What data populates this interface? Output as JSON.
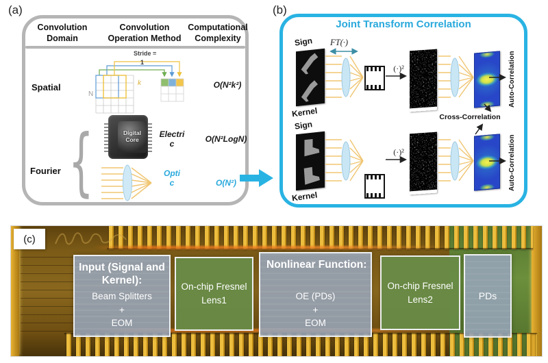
{
  "colors": {
    "accent_cyan": "#29b3e3",
    "teal_arrow": "#3b8ea5",
    "panel_border_gray": "#b5b5b5",
    "ray_gold": "#f0c571",
    "cell_green": "#8fbe6d",
    "cell_blue": "#7fb2da",
    "cell_yellow": "#f2c64d",
    "correlation_blue": "#2847c8"
  },
  "panel_a": {
    "label": "(a)",
    "headers": [
      "Convolution Domain",
      "Convolution Operation Method",
      "Computational Complexity"
    ],
    "spatial": {
      "domain": "Spatial",
      "stride_label": "Stride =",
      "stride_value": "1",
      "n_label": "N",
      "k_label": "k",
      "complexity": "O(N²k²)"
    },
    "fourier": {
      "domain": "Fourier",
      "electronic": {
        "chip_label": "Digital Core",
        "method": "Electric",
        "complexity": "O(N²LogN)"
      },
      "optical": {
        "method": "Optic",
        "complexity": "O(N²)"
      }
    }
  },
  "panel_b": {
    "label": "(b)",
    "title": "Joint Transform Correlation",
    "ft_label": "FT(·)",
    "cross_label": "Cross-Correlation",
    "rows": [
      {
        "signal": "Sign",
        "kernel": "Kernel",
        "square": "(·)²",
        "auto": "Auto-Correlation"
      },
      {
        "signal": "Sign",
        "kernel": "Kernel",
        "square": "(·)²",
        "auto": "Auto-Correlation"
      }
    ]
  },
  "panel_c": {
    "label": "(c)",
    "regions": [
      {
        "heading": "Input (Signal and Kernel):",
        "body": "Beam Splitters\n+\nEOM"
      },
      {
        "body": "On-chip Fresnel Lens1"
      },
      {
        "heading": "Nonlinear Function:",
        "body": "OE (PDs)\n+\nEOM"
      },
      {
        "body": "On-chip Fresnel Lens2"
      },
      {
        "body": "PDs"
      }
    ]
  }
}
